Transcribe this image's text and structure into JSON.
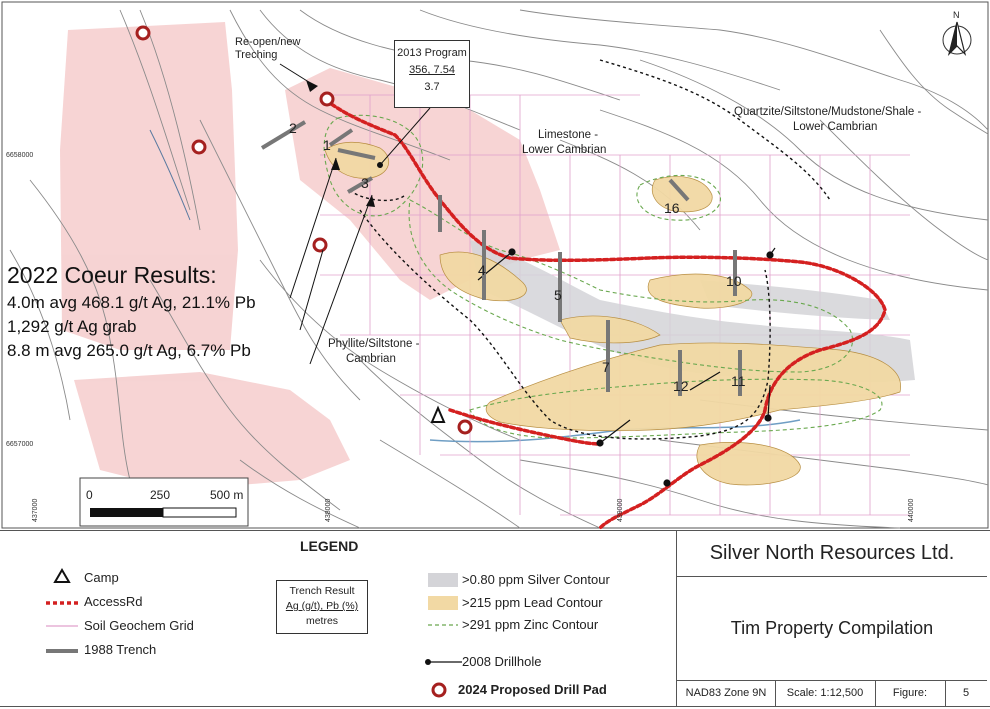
{
  "map": {
    "north_label": "N",
    "grid_labels": {
      "northing_1": "6658000",
      "northing_2": "6657000",
      "easting_1": "437000",
      "easting_2": "438000",
      "easting_3": "439000",
      "easting_4": "440000"
    },
    "scale_bar": {
      "tick_0": "0",
      "tick_mid": "250",
      "tick_end": "500 m"
    },
    "geology_labels": {
      "quartzite": "Quartzite/Siltstone/Mudstone/Shale -",
      "quartzite_2": "Lower Cambrian",
      "limestone": "Limestone -",
      "limestone_2": "Lower Cambrian",
      "phyllite": "Phyllite/Siltstone -",
      "phyllite_2": "Cambrian"
    },
    "reopen_label_1": "Re-open/new",
    "reopen_label_2": "Treching",
    "trench_numbers": [
      "1",
      "2",
      "3",
      "4",
      "5",
      "7",
      "10",
      "11",
      "12",
      "16"
    ],
    "program_2013": {
      "title": "2013 Program",
      "line1": "356, 7.54",
      "line2": "3.7"
    },
    "coeur_results": {
      "title": "2022 Coeur Results:",
      "line1": "4.0m avg 468.1 g/t Ag, 21.1% Pb",
      "line2": "1,292 g/t Ag grab",
      "line3": "8.8 m avg 265.0 g/t Ag, 6.7% Pb"
    }
  },
  "legend": {
    "title": "LEGEND",
    "camp": "Camp",
    "access_rd": "AccessRd",
    "soil_grid": "Soil Geochem Grid",
    "trench_1988": "1988 Trench",
    "trench_result": {
      "line1": "Trench Result",
      "line2": "Ag (g/t), Pb (%)",
      "line3": "metres"
    },
    "silver": ">0.80 ppm Silver Contour",
    "lead": ">215 ppm Lead Contour",
    "zinc": ">291 ppm Zinc Contour",
    "drillhole": "2008 Drillhole",
    "drill_pad": "2024 Proposed Drill Pad"
  },
  "title_block": {
    "company": "Silver North Resources Ltd.",
    "title": "Tim Property Compilation",
    "datum": "NAD83 Zone 9N",
    "scale": "Scale: 1:12,500",
    "figure_label": "Figure:",
    "figure_num": "5"
  },
  "colors": {
    "access_road": "#d42020",
    "soil_anomaly": "#f6cfcf",
    "lead_contour": "#f2d9a4",
    "silver_contour": "#d4d4d8",
    "zinc_contour": "#6aa84f",
    "grid": "#e0a0cc",
    "trench": "#777777",
    "water": "#6f9ec4"
  }
}
